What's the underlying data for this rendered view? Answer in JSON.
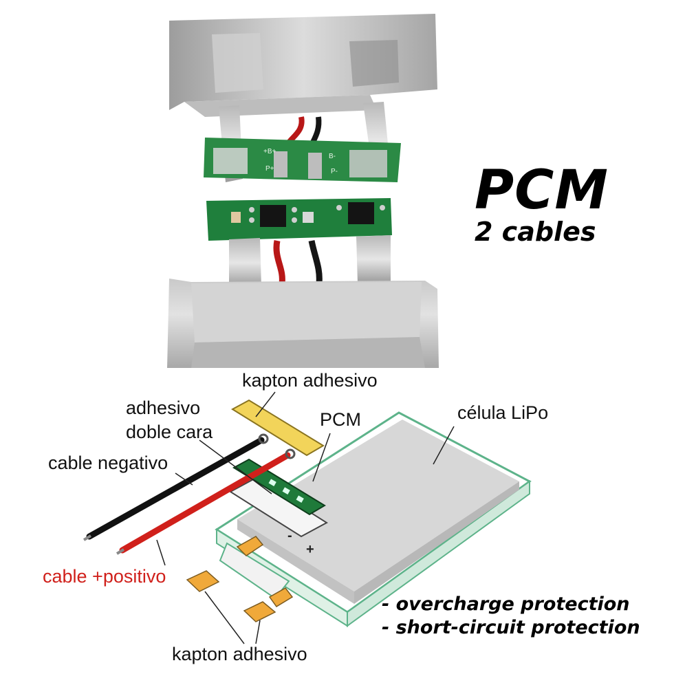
{
  "header": {
    "title": "PCM",
    "subtitle": "2 cables"
  },
  "photo": {
    "board_marks": [
      "+B+",
      "B-",
      "P+",
      "P-"
    ]
  },
  "labels": {
    "kapton_top": "kapton adhesivo",
    "adhesive_line1": "adhesivo",
    "adhesive_line2": "doble cara",
    "pcm": "PCM",
    "cell": "célula LiPo",
    "negative_cable": "cable negativo",
    "positive_cable": "cable +positivo",
    "kapton_bottom": "kapton adhesivo",
    "minus_mark": "-",
    "plus_mark": "+"
  },
  "features": [
    "- overcharge protection",
    "- short-circuit protection"
  ],
  "colors": {
    "pcb_green": "#1f7a3a",
    "kapton_yellow": "#f2d45a",
    "kapton_orange": "#f0a93a",
    "cable_red": "#d0201b",
    "cable_black": "#111111",
    "cell_outline": "#5db38a"
  }
}
